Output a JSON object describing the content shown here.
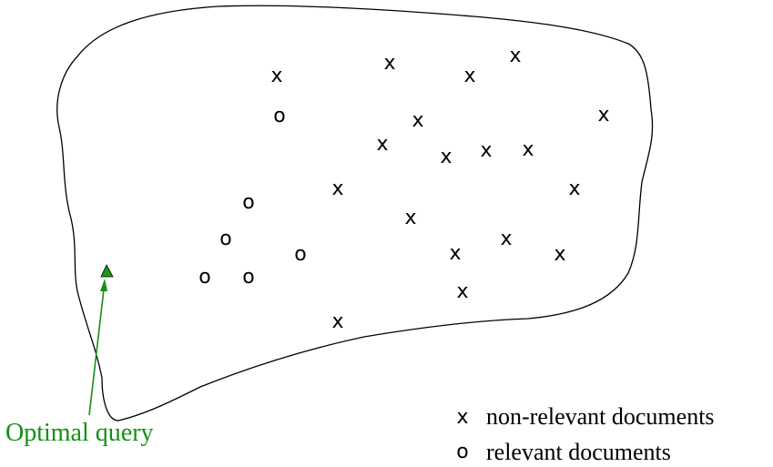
{
  "symbols": {
    "nonrelevant": "x",
    "relevant": "o"
  },
  "legend": {
    "nonrelevant_label": "non-relevant documents",
    "relevant_label": "relevant documents"
  },
  "query": {
    "label": "Optimal query",
    "marker_shape": "triangle",
    "color": "#159015"
  },
  "colors": {
    "outline": "#000000",
    "query_fill": "#1a9a1a",
    "query_text": "#159015"
  }
}
